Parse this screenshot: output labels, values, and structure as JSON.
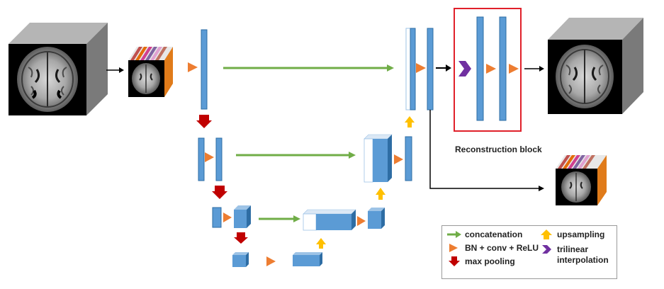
{
  "diagram": {
    "reconstruction_label": "Reconstruction block",
    "legend": {
      "concatenation": "concatenation",
      "conv": "BN + conv + ReLU",
      "maxpool": "max pooling",
      "upsampling": "upsampling",
      "trilinear": "trilinear\ninterpolation"
    },
    "colors": {
      "block": "#5b9bd5",
      "block_dark": "#2e6da4",
      "conv_arrow": "#ed7d31",
      "concat_arrow": "#70ad47",
      "pool_arrow": "#c00000",
      "upsample_arrow": "#ffc000",
      "interp_arrow": "#7030a0",
      "recon_box": "#e0202a"
    }
  }
}
